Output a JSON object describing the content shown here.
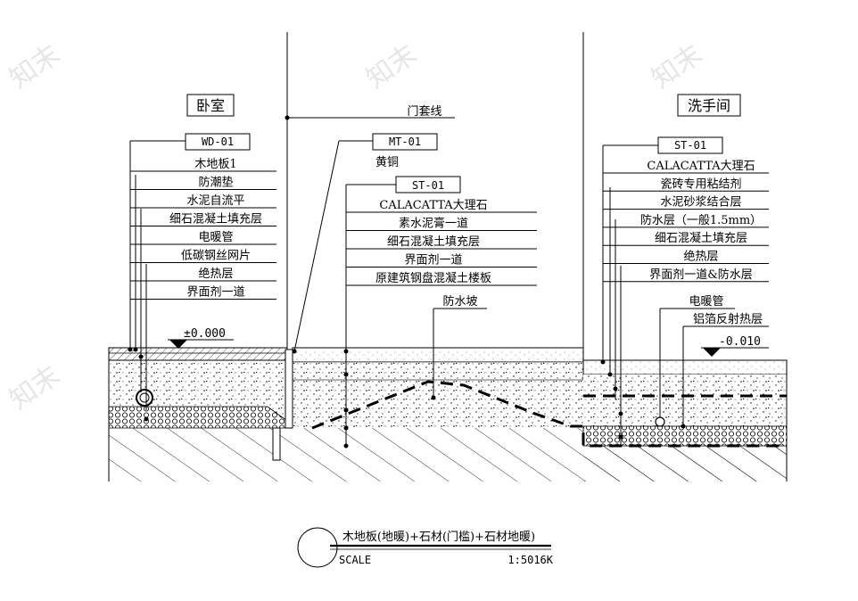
{
  "watermark": "知末",
  "rooms": {
    "bedroom": "卧室",
    "washroom": "洗手间"
  },
  "door_casing": {
    "label": "门套线"
  },
  "bedroom_spec": {
    "code": "WD-01",
    "layers": [
      "木地板1",
      "防潮垫",
      "水泥自流平",
      "细石混凝土填充层",
      "电暖管",
      "低碳钢丝网片",
      "绝热层",
      "界面剂一道"
    ]
  },
  "threshold_spec": {
    "code": "MT-01",
    "material": "黄铜",
    "stone_code": "ST-01",
    "layers": [
      "CALACATTA大理石",
      "素水泥膏一道",
      "细石混凝土填充层",
      "界面剂一道",
      "原建筑钢盘混凝土楼板"
    ],
    "slope": "防水坡"
  },
  "washroom_spec": {
    "code": "ST-01",
    "layers": [
      "CALACATTA大理石",
      "瓷砖专用粘结剂",
      "水泥砂浆结合层",
      "防水层（一般1.5mm）",
      "细石混凝土填充层",
      "绝热层",
      "界面剂一道&防水层"
    ],
    "pipe": "电暖管",
    "foil": "铝箔反射热层"
  },
  "levels": {
    "bedroom": "±0.000",
    "washroom": "-0.010"
  },
  "title_block": {
    "title": "木地板(地暖)+石材(门槛)+石材地暖)",
    "scale_label": "SCALE",
    "scale_value": "1:5016K"
  }
}
